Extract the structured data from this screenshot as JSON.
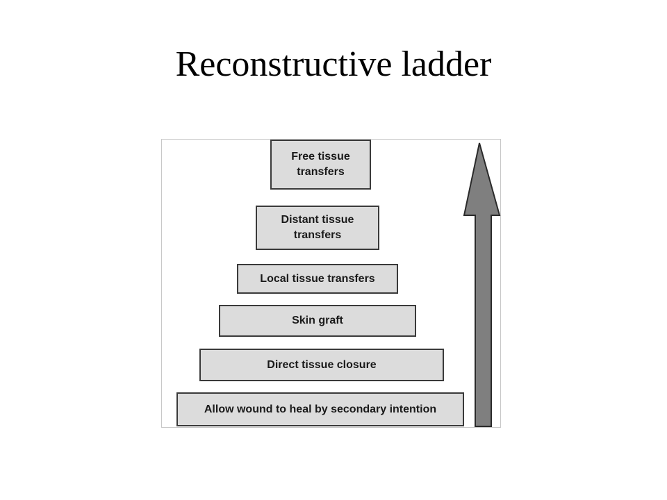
{
  "title": "Reconstructive ladder",
  "rungs": [
    {
      "label": "Free tissue\ntransfers"
    },
    {
      "label": "Distant tissue\ntransfers"
    },
    {
      "label": "Local tissue transfers"
    },
    {
      "label": "Skin graft"
    },
    {
      "label": "Direct tissue closure"
    },
    {
      "label": "Allow wound to heal by secondary intention"
    }
  ],
  "colors": {
    "box_fill": "#dcdcdc",
    "box_border": "#3a3a3a",
    "arrow_fill": "#7f7f7f",
    "arrow_stroke": "#2a2a2a"
  }
}
